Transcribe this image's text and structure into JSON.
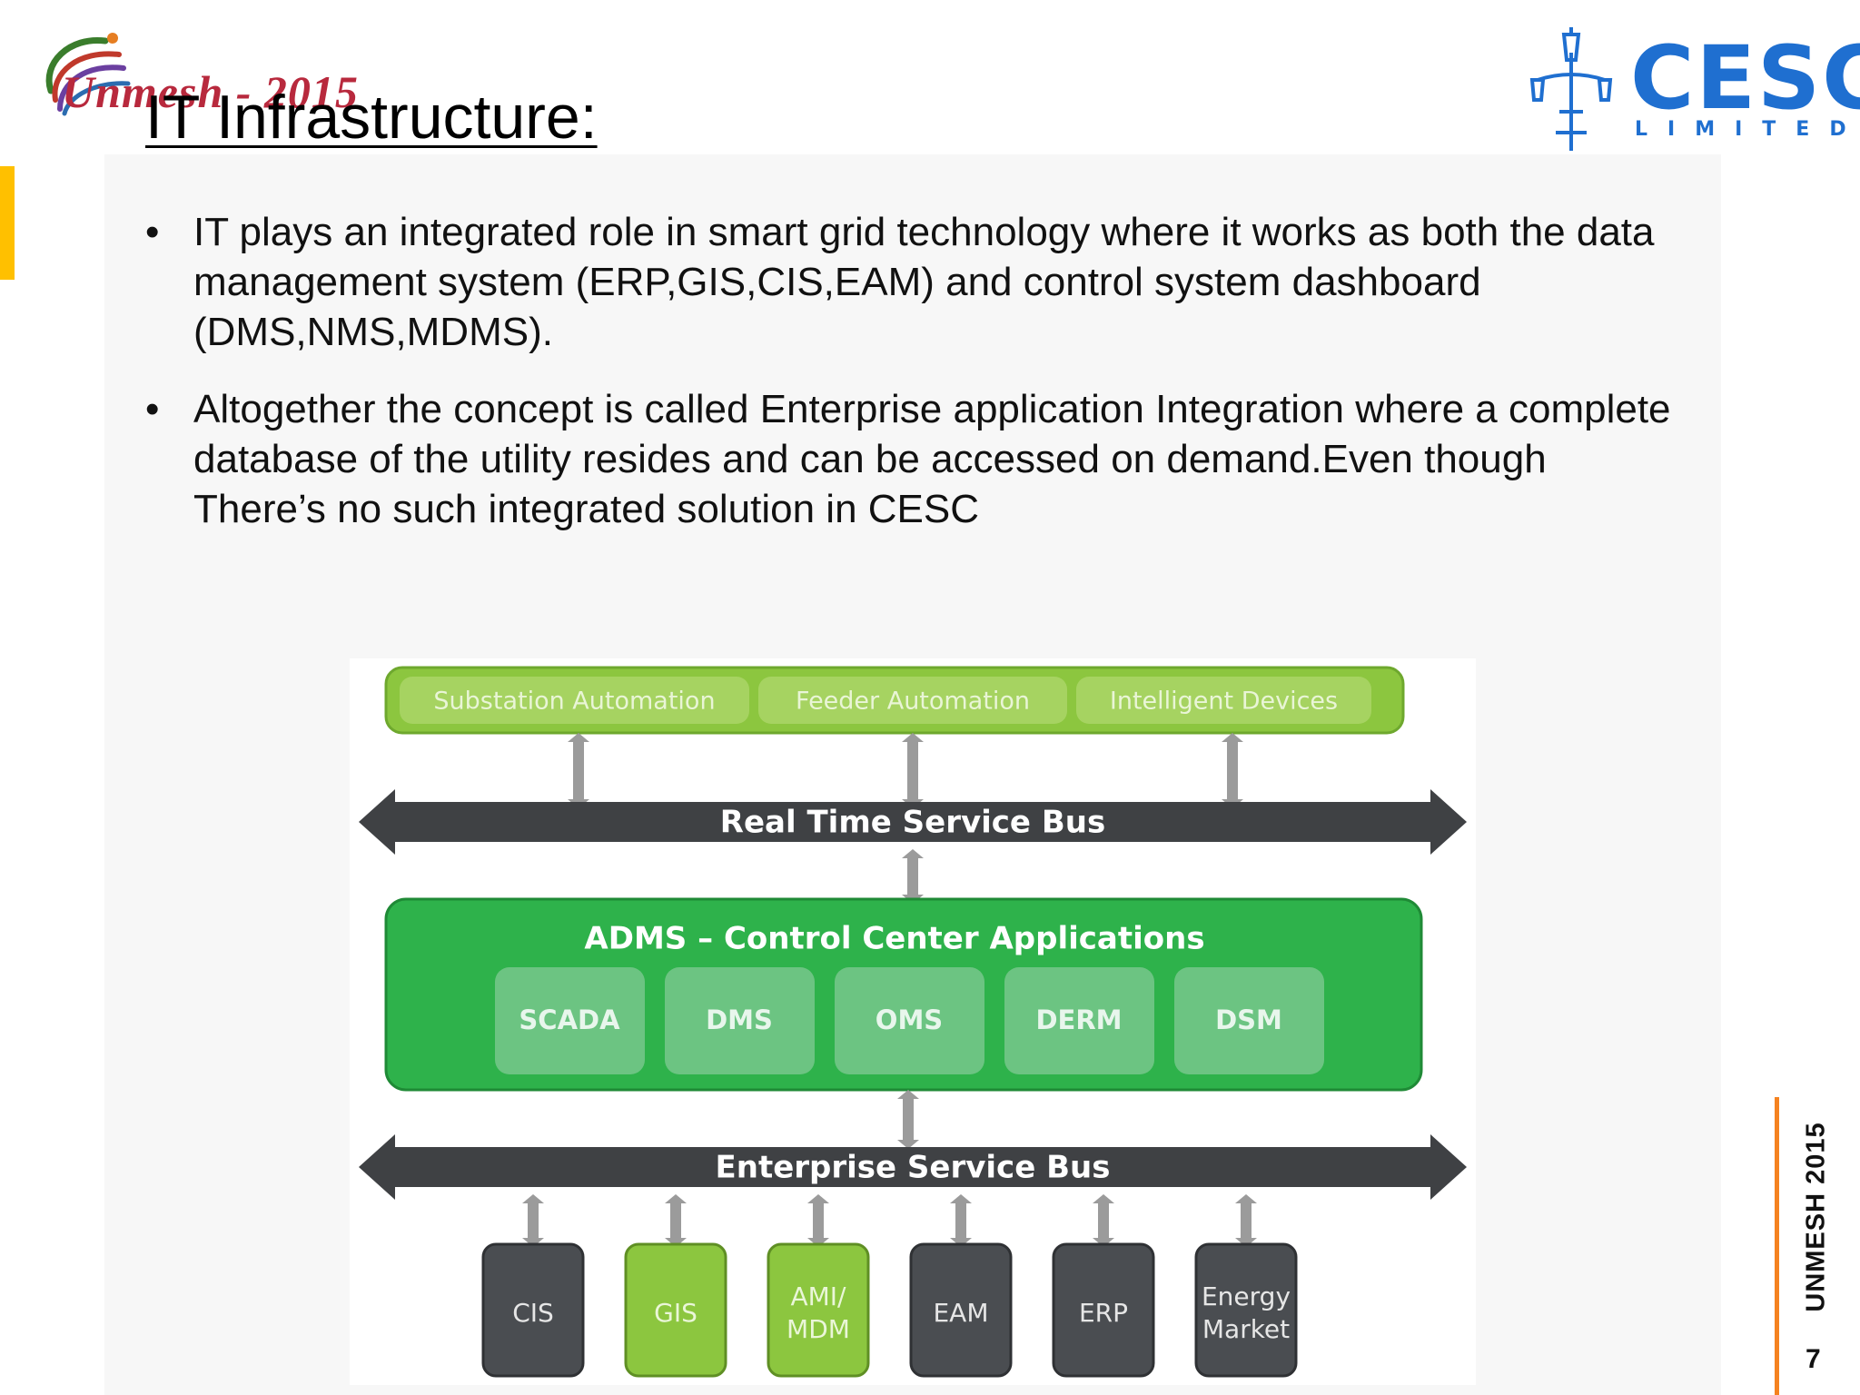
{
  "event_logo": {
    "text": "Unmesh - 2015"
  },
  "company_logo": {
    "name": "CESC",
    "sub": "LIMITED",
    "color": "#1f6fd0"
  },
  "slide": {
    "title": "IT Infrastructure:",
    "bullets": [
      "IT plays an integrated role in smart grid technology where it works as both the data management system (ERP,GIS,CIS,EAM) and control system dashboard (DMS,NMS,MDMS).",
      "Altogether the concept is called Enterprise application Integration where a complete database of the utility resides and can be accessed on demand.Even though There’s no such integrated solution in CESC"
    ],
    "bullet_glyph": "•"
  },
  "diagram": {
    "top_boxes": [
      "Substation Automation",
      "Feeder Automation",
      "Intelligent Devices"
    ],
    "realtime_bus": "Real Time Service Bus",
    "adms_title": "ADMS – Control Center Applications",
    "adms_apps": [
      "SCADA",
      "DMS",
      "OMS",
      "DERM",
      "DSM"
    ],
    "enterprise_bus": "Enterprise Service Bus",
    "bottom_boxes": [
      {
        "lines": [
          "CIS"
        ],
        "style": "dark"
      },
      {
        "lines": [
          "GIS"
        ],
        "style": "green"
      },
      {
        "lines": [
          "AMI/",
          "MDM"
        ],
        "style": "green"
      },
      {
        "lines": [
          "EAM"
        ],
        "style": "dark"
      },
      {
        "lines": [
          "ERP"
        ],
        "style": "dark"
      },
      {
        "lines": [
          "Energy",
          "Market"
        ],
        "style": "dark"
      }
    ],
    "colors": {
      "light_green": "#8cc63f",
      "light_green_inner": "#a6d361",
      "adms_green": "#2eb24b",
      "adms_app": "#6cc482",
      "bus": "#3f4144",
      "dark_box": "#4a4d51",
      "arrow": "#9b9b9b"
    }
  },
  "footer": {
    "vertical_label": "UNMESH 2015",
    "page_number": "7",
    "line_color": "#f58220"
  }
}
